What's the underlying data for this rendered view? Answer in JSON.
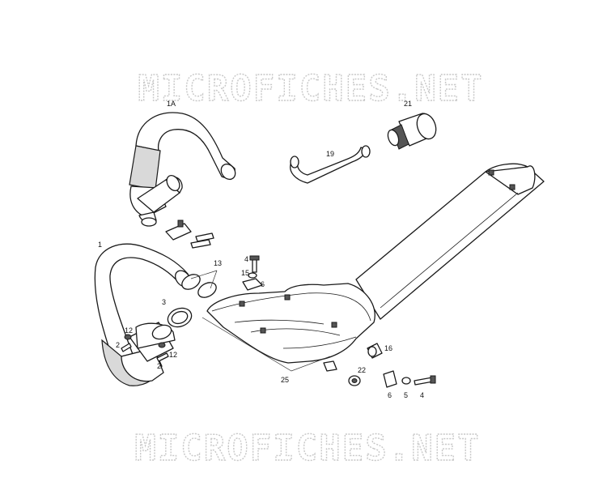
{
  "watermark": {
    "top": "MICROFICHES.NET",
    "bottom": "MICROFICHES.NET"
  },
  "labels": [
    "1A",
    "21",
    "19",
    "1",
    "13",
    "4",
    "15",
    "6",
    "3",
    "12",
    "2",
    "12",
    "2",
    "16",
    "22",
    "25",
    "6",
    "5",
    "4"
  ]
}
